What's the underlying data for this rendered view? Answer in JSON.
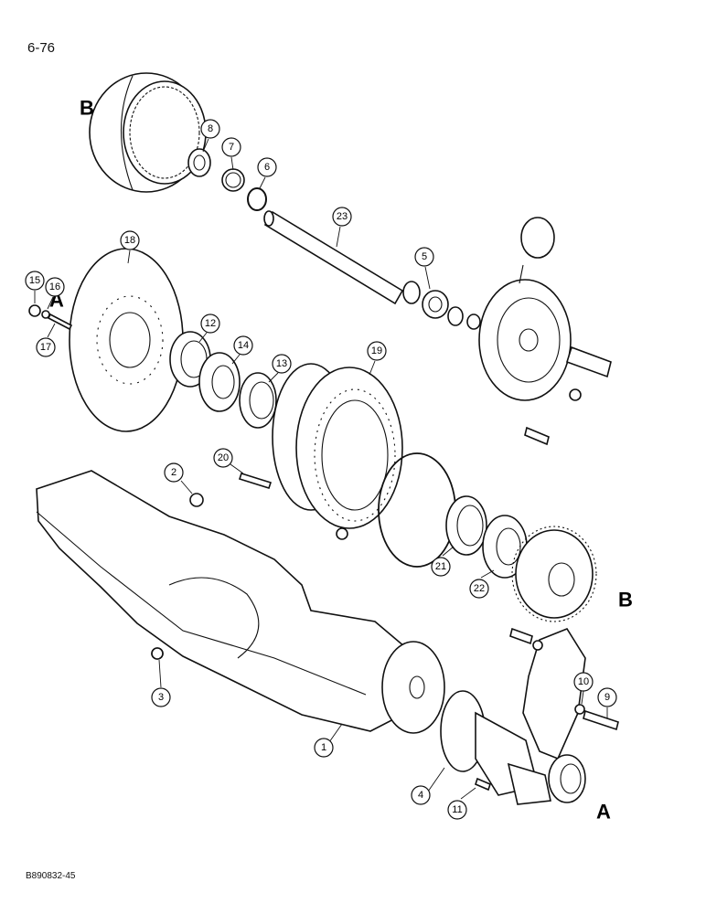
{
  "page_number": "6-76",
  "figure_code": "B890832-45",
  "reference_letters": [
    "A",
    "B",
    "A",
    "B"
  ],
  "callouts": [
    "1",
    "2",
    "3",
    "4",
    "5",
    "6",
    "7",
    "8",
    "9",
    "10",
    "11",
    "12",
    "13",
    "14",
    "15",
    "16",
    "17",
    "18",
    "19",
    "20",
    "21",
    "22",
    "23"
  ]
}
